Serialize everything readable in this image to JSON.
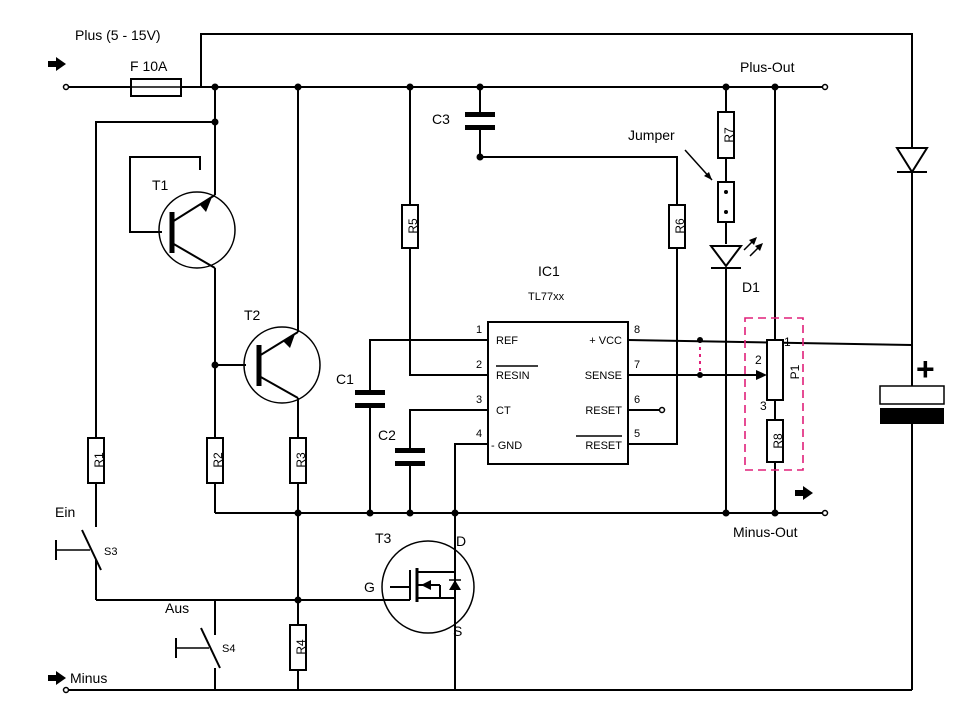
{
  "labels": {
    "supply": "Plus (5 - 15V)",
    "fuse": "F 10A",
    "plus_out": "Plus-Out",
    "minus_out": "Minus-Out",
    "minus": "Minus",
    "jumper": "Jumper",
    "ein": "Ein",
    "aus": "Aus",
    "s3": "S3",
    "s4": "S4",
    "t1": "T1",
    "t2": "T2",
    "t3": "T3",
    "c1": "C1",
    "c2": "C2",
    "c3": "C3",
    "d1": "D1",
    "r1": "R1",
    "r2": "R2",
    "r3": "R3",
    "r4": "R4",
    "r5": "R5",
    "r6": "R6",
    "r7": "R7",
    "r8": "R8",
    "p1": "P1",
    "gate": "G",
    "drain": "D",
    "source": "S",
    "battery_plus": "+"
  },
  "ic": {
    "name": "IC1",
    "part": "TL77xx",
    "pins": [
      {
        "num": "1",
        "name": "REF"
      },
      {
        "num": "2",
        "name": "RESIN"
      },
      {
        "num": "3",
        "name": "CT"
      },
      {
        "num": "4",
        "name": "- GND"
      },
      {
        "num": "8",
        "name": "+ VCC"
      },
      {
        "num": "7",
        "name": "SENSE"
      },
      {
        "num": "6",
        "name": "RESET"
      },
      {
        "num": "5",
        "name": "RESET"
      }
    ]
  },
  "trimmer_pins": [
    "1",
    "2",
    "3"
  ]
}
